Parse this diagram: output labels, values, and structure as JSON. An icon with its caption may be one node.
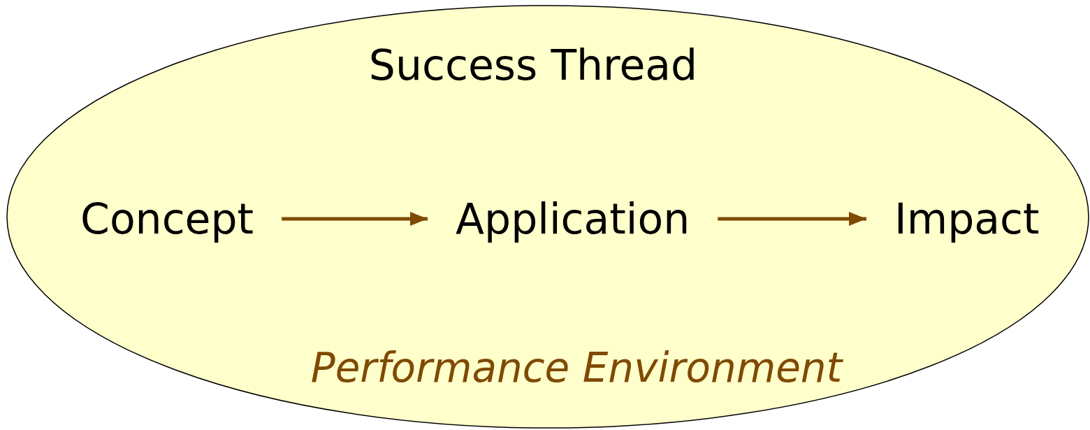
{
  "diagram": {
    "nodes": [
      {
        "text": [
          "Success Thread",
          "Performance Environment"
        ]
      },
      {
        "text": [
          "Concept"
        ],
        "in": 0
      },
      {
        "text": [
          "Application"
        ],
        "in": 0
      },
      {
        "text": [
          "Impact"
        ],
        "in": 0
      }
    ],
    "edges": [
      {
        "from": 1,
        "to": 2,
        "arrow": "to"
      },
      {
        "from": 2,
        "to": 3,
        "arrow": "to"
      }
    ]
  }
}
